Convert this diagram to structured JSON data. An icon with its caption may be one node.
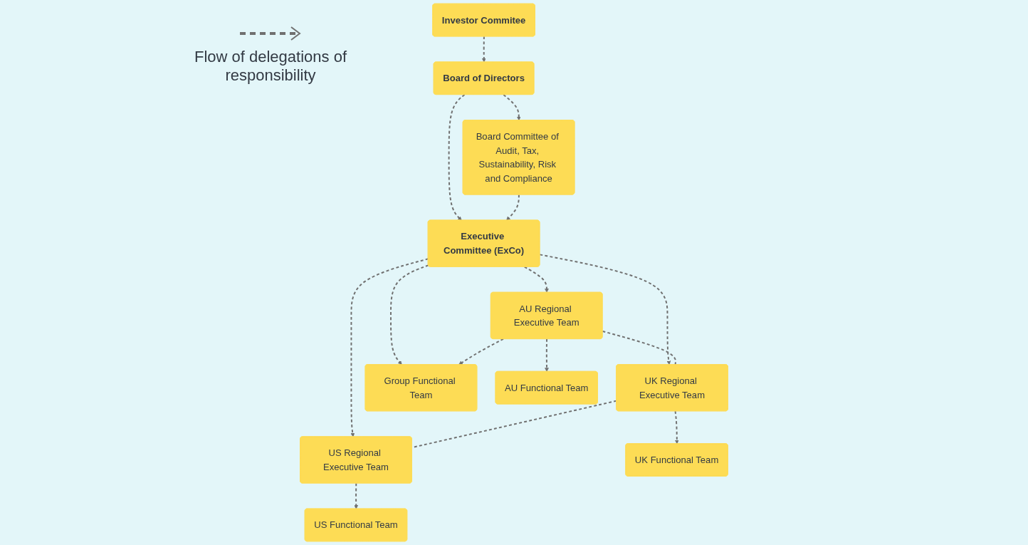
{
  "diagram": {
    "nodes": [
      {
        "text": [
          "Investor Commitee"
        ]
      },
      {
        "text": [
          "Board of Directors"
        ]
      },
      {
        "text": [
          "Board Committee of Audit, Tax, Sustainability, Risk and Compliance"
        ]
      },
      {
        "text": [
          "Executive Committee (ExCo)"
        ]
      },
      {
        "text": [
          "AU Regional Executive Team"
        ]
      },
      {
        "text": [
          "UK Regional Executive Team"
        ]
      },
      {
        "text": [
          "US Regional Executive Team"
        ]
      },
      {
        "text": [
          "Group Functional Team"
        ]
      },
      {
        "text": [
          "AU Functional Team"
        ]
      },
      {
        "text": [
          "UK Functional Team"
        ]
      },
      {
        "text": [
          "US Functional Team"
        ]
      }
    ],
    "edges": [
      {
        "from": 0,
        "to": 1,
        "arrow": "to",
        "style": "dashed"
      },
      {
        "from": 1,
        "to": 2,
        "arrow": "to",
        "style": "dashed"
      },
      {
        "from": 1,
        "to": 3,
        "arrow": "to",
        "style": "dashed"
      },
      {
        "from": 2,
        "to": 3,
        "arrow": "to",
        "style": "dashed"
      },
      {
        "from": 3,
        "to": 7,
        "arrow": "to",
        "style": "dashed"
      },
      {
        "from": 3,
        "to": 4,
        "arrow": "to",
        "style": "dashed"
      },
      {
        "from": 3,
        "to": 5,
        "arrow": "to",
        "style": "dashed"
      },
      {
        "from": 3,
        "to": 6,
        "arrow": "to",
        "style": "dashed"
      },
      {
        "from": 4,
        "to": 5,
        "arrow": "none",
        "style": "dashed"
      },
      {
        "from": 5,
        "to": 6,
        "arrow": "none",
        "style": "dashed"
      },
      {
        "from": 4,
        "to": 7,
        "arrow": "to",
        "style": "dashed"
      },
      {
        "from": 4,
        "to": 8,
        "arrow": "to",
        "style": "dashed"
      },
      {
        "from": 5,
        "to": 9,
        "arrow": "to",
        "style": "dashed"
      },
      {
        "from": 6,
        "to": 10,
        "arrow": "to",
        "style": "dashed"
      }
    ],
    "legend": [
      {
        "text": "Flow of delegations of responsibility"
      }
    ]
  }
}
